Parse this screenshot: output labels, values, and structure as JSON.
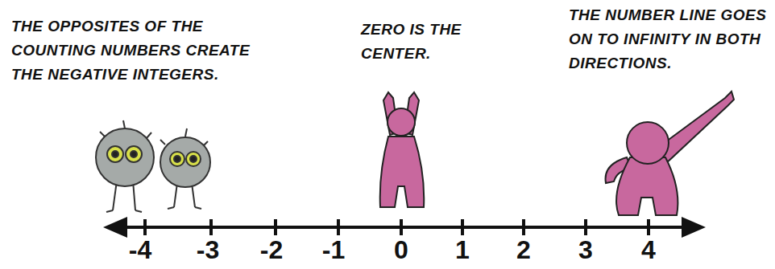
{
  "diagram": {
    "labels": [
      "THE OPPOSITES OF THE COUNTING NUMBERS CREATE THE NEGATIVE INTEGERS.",
      "ZERO IS THE CENTER.",
      "THE NUMBER LINE GOES ON TO INFINITY IN BOTH DIRECTIONS.",
      "-4",
      "-3",
      "-2",
      "-1",
      "0",
      "1",
      "2",
      "3",
      "4"
    ]
  }
}
